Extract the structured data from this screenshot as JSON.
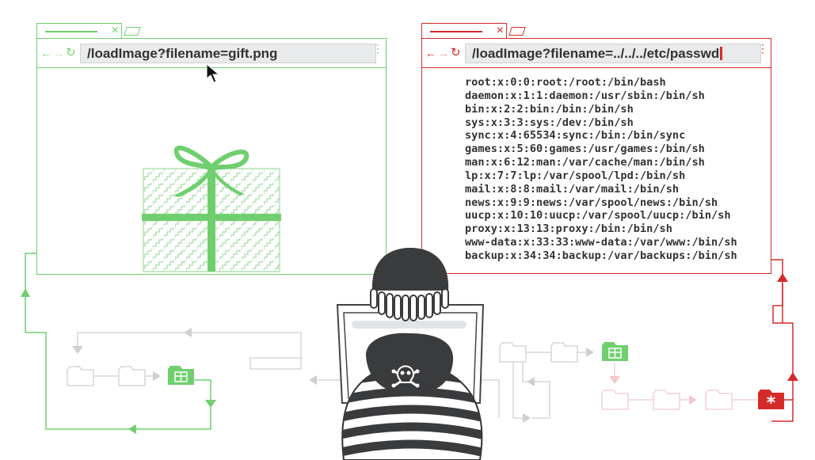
{
  "colors": {
    "safe": "#6fcf6f",
    "danger": "#d62b2b",
    "neutral": "#cfcfcf",
    "ink": "#333333"
  },
  "safe_browser": {
    "url": "/loadImage?filename=gift.png",
    "image": "gift-icon"
  },
  "evil_browser": {
    "url": "/loadImage?filename=../../../etc/passwd",
    "passwd_lines": [
      "root:x:0:0:root:/root:/bin/bash",
      "daemon:x:1:1:daemon:/usr/sbin:/bin/sh",
      "bin:x:2:2:bin:/bin:/bin/sh",
      "sys:x:3:3:sys:/dev:/bin/sh",
      "sync:x:4:65534:sync:/bin:/bin/sync",
      "games:x:5:60:games:/usr/games:/bin/sh",
      "man:x:6:12:man:/var/cache/man:/bin/sh",
      "lp:x:7:7:lp:/var/spool/lpd:/bin/sh",
      "mail:x:8:8:mail:/var/mail:/bin/sh",
      "news:x:9:9:news:/var/spool/news:/bin/sh",
      "uucp:x:10:10:uucp:/var/spool/uucp:/bin/sh",
      "proxy:x:13:13:proxy:/bin:/bin/sh",
      "www-data:x:33:33:www-data:/var/www:/bin/sh",
      "backup:x:34:34:backup:/var/backups:/bin/sh"
    ]
  },
  "icons": [
    "mouse-cursor-icon",
    "folder-icon",
    "gift-folder-icon",
    "asterisk-folder-icon",
    "skull-crossbones-icon",
    "thief-figure"
  ]
}
